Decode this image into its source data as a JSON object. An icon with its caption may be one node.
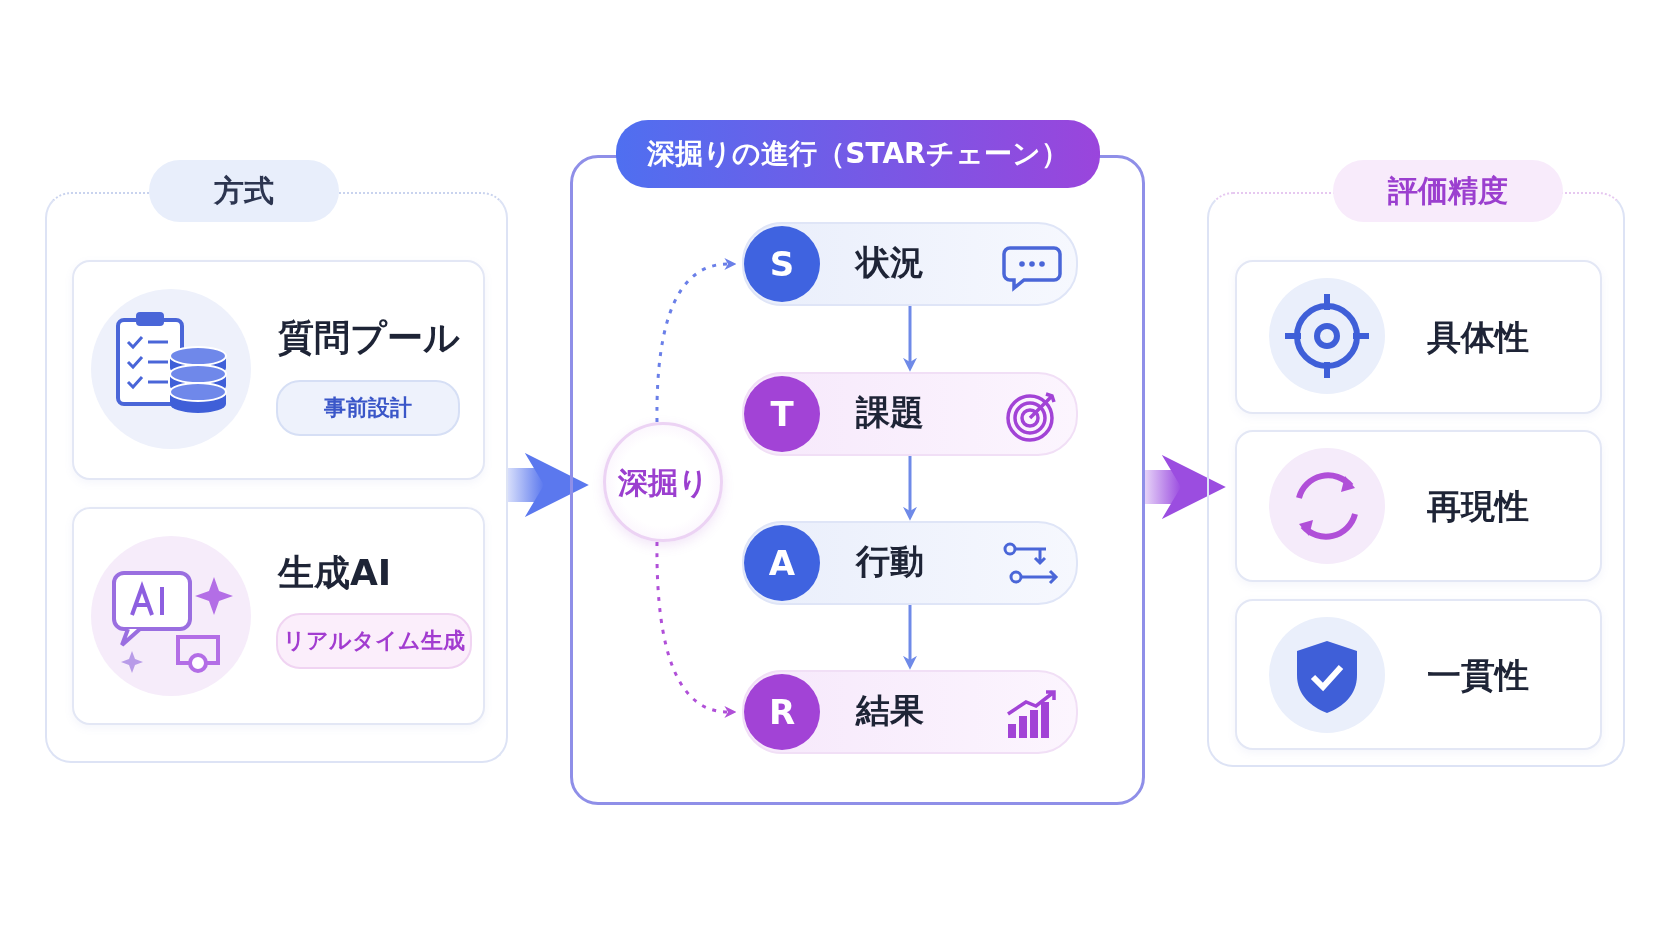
{
  "diagram": {
    "nodes": [
      {
        "text": [
          "方式"
        ]
      },
      {
        "text": [
          "質問プール",
          "事前設計"
        ],
        "in": 0
      },
      {
        "text": [
          "生成AI",
          "リアルタイム生成"
        ],
        "in": 0
      },
      {
        "text": [
          "深掘りの進行（STARチェーン）"
        ]
      },
      {
        "text": [
          "S",
          "状況"
        ],
        "in": 3
      },
      {
        "text": [
          "T",
          "課題"
        ],
        "in": 3
      },
      {
        "text": [
          "A",
          "行動"
        ],
        "in": 3
      },
      {
        "text": [
          "R",
          "結果"
        ],
        "in": 3
      },
      {
        "text": [
          "深掘り"
        ],
        "in": 3
      },
      {
        "text": [
          "評価精度"
        ]
      },
      {
        "text": [
          "具体性"
        ],
        "in": 9
      },
      {
        "text": [
          "再現性"
        ],
        "in": 9
      },
      {
        "text": [
          "一貫性"
        ],
        "in": 9
      }
    ],
    "edges": [
      {
        "from": 0,
        "to": 3,
        "arrow": "to",
        "style": "thick"
      },
      {
        "from": 3,
        "to": 9,
        "arrow": "to",
        "style": "thick",
        "color": "#9b4de0"
      },
      {
        "from": 4,
        "to": 5,
        "arrow": "to"
      },
      {
        "from": 5,
        "to": 6,
        "arrow": "to"
      },
      {
        "from": 6,
        "to": 7,
        "arrow": "to"
      },
      {
        "from": 8,
        "to": 4,
        "arrow": "to",
        "style": "dashed"
      },
      {
        "from": 8,
        "to": 7,
        "arrow": "to",
        "style": "dashed",
        "color": "#b04fd8"
      }
    ]
  }
}
